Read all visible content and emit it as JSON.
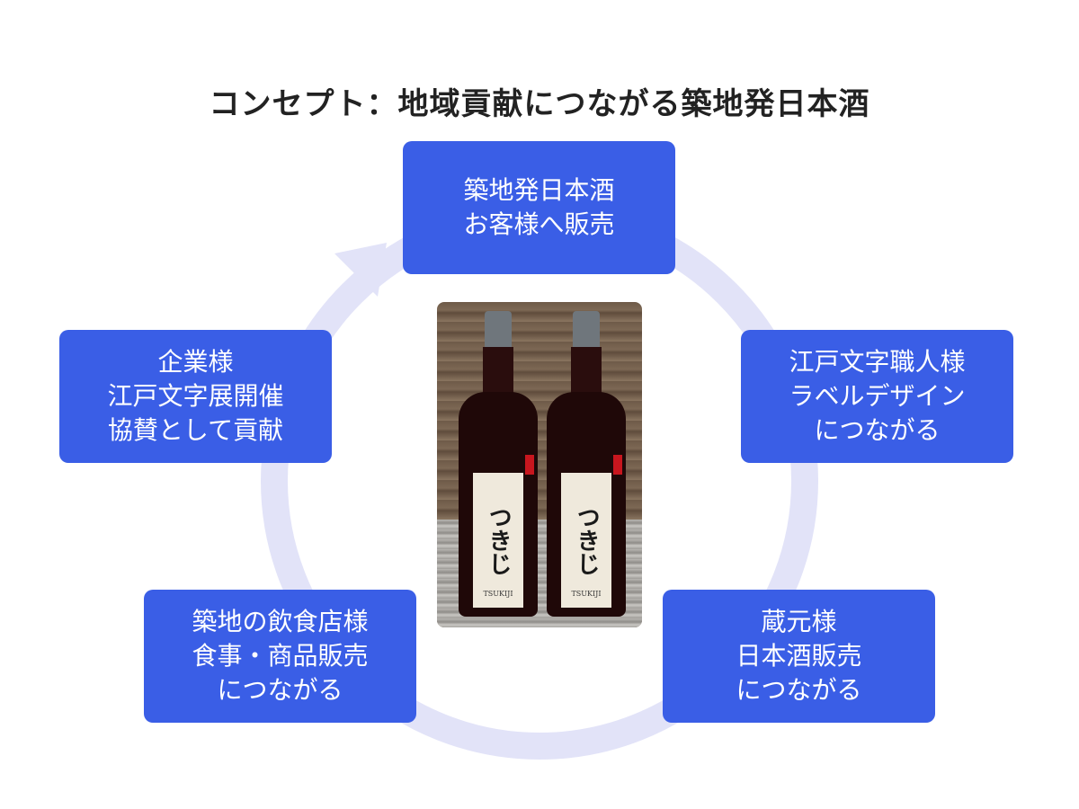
{
  "title": "コンセプト：地域貢献につながる築地発日本酒",
  "colors": {
    "box_fill": "#3a5ee6",
    "box_text": "#ffffff",
    "ring": "#e2e3f8",
    "title_text": "#222222",
    "background": "#ffffff"
  },
  "cycle_nodes": [
    {
      "id": "top",
      "lines": [
        "築地発日本酒",
        "お客様へ販売"
      ]
    },
    {
      "id": "right",
      "lines": [
        "江戸文字職人様",
        "ラベルデザイン",
        "につながる"
      ]
    },
    {
      "id": "bottom-right",
      "lines": [
        "蔵元様",
        "日本酒販売",
        "につながる"
      ]
    },
    {
      "id": "bottom-left",
      "lines": [
        "築地の飲食店様",
        "食事・商品販売",
        "につながる"
      ]
    },
    {
      "id": "left",
      "lines": [
        "企業様",
        "江戸文字展開催",
        "協賛として貢献"
      ]
    }
  ],
  "center_photo": {
    "description": "Two bottles of Tsukiji sake",
    "label_text": "つきじ",
    "label_sub": "TSUKIJI"
  },
  "flow": {
    "direction": "clockwise",
    "arrow_icon": "arrow-up-right-icon"
  }
}
